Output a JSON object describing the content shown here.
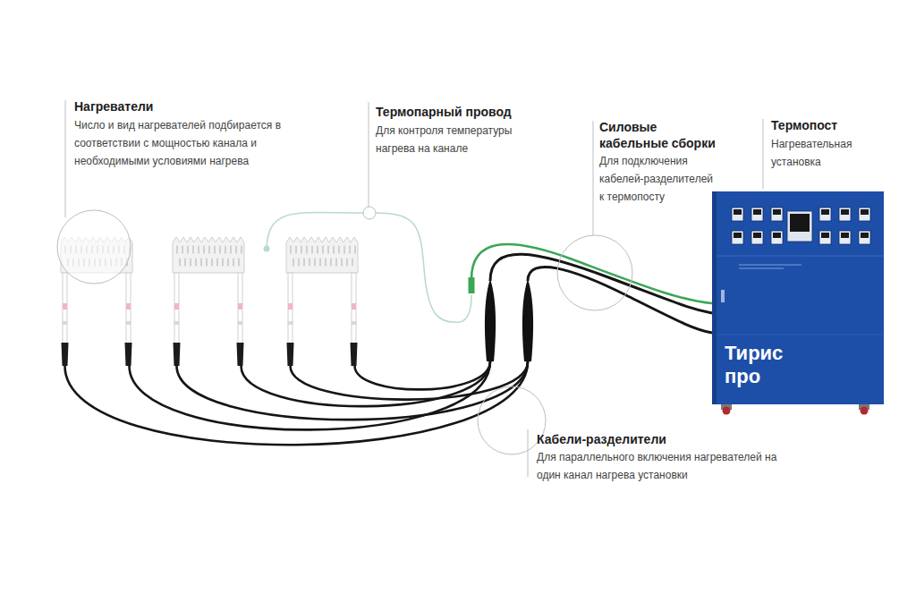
{
  "diagram": {
    "nodes": [
      {
        "text": [
          "Тирис про"
        ]
      }
    ],
    "labels": [
      "Нагреватели",
      "Число и вид нагревателей подбирается в соответствии с мощностью канала и необходимыми условиями нагрева",
      "Термопарный провод",
      "Для контроля температуры нагрева на канале",
      "Силовые кабельные сборки",
      "Для подключения кабелей-разделителей к термопосту",
      "Термопост",
      "Нагревательная установка",
      "Кабели-разделители",
      "Для параллельного включения нагревателей на один канал нагрева установки"
    ]
  }
}
